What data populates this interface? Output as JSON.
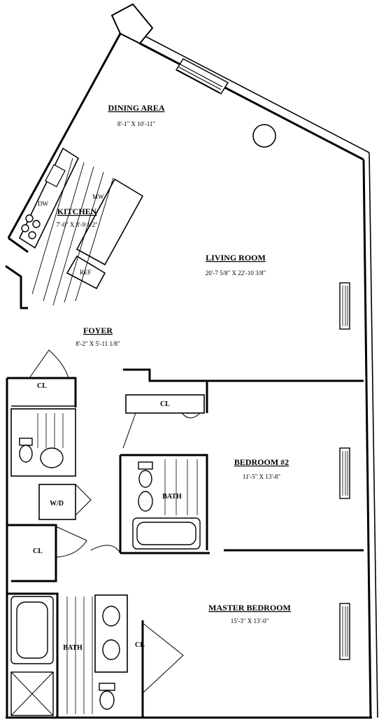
{
  "rooms": {
    "dining": {
      "name": "DINING AREA",
      "dims": "8'-1\" X 10'-11\""
    },
    "kitchen": {
      "name": "KITCHEN",
      "dims": "7'-0\" X 8'-9 1/2\""
    },
    "living": {
      "name": "LIVING ROOM",
      "dims": "20'-7 5/8\" X 22'-10 3/8\""
    },
    "foyer": {
      "name": "FOYER",
      "dims": "8'-2\" X 5'-11 1/8\""
    },
    "bedroom2": {
      "name": "BEDROOM #2",
      "dims": "11'-5\" X 13'-8\""
    },
    "master": {
      "name": "MASTER BEDROOM",
      "dims": "15'-3\" X 13'-0\""
    }
  },
  "labels": {
    "cl_foyer": "CL",
    "cl_bed2": "CL",
    "cl_master_hall": "CL",
    "cl_master": "CL",
    "wd": "W/D",
    "bath_bed2": "BATH",
    "bath_master": "BATH",
    "kitchen_ref": "REF",
    "kitchen_dw": "DW",
    "kitchen_mw": "MW"
  }
}
